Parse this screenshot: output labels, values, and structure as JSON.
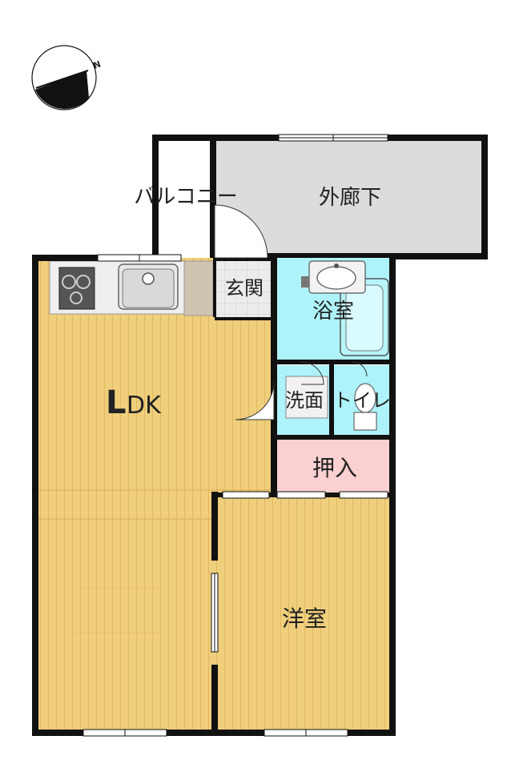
{
  "compass": {
    "north_label": "N"
  },
  "rooms": {
    "balcony": "バルコニー",
    "corridor": "外廊下",
    "entrance": "玄関",
    "bath": "浴室",
    "ldk_letter_l": "L",
    "ldk_rest": "DK",
    "washroom": "洗面",
    "toilet": "トイレ",
    "closet": "押入",
    "western_room": "洋室"
  },
  "colors": {
    "wall": "#111111",
    "floor_wood": "#efcf7c",
    "floor_line": "#e1b75f",
    "wet_area": "#aef3fa",
    "corridor": "#dcdcdc",
    "closet": "#fbd0d0",
    "kitchen_counter": "#efefef",
    "tile": "#e4e4e4"
  }
}
